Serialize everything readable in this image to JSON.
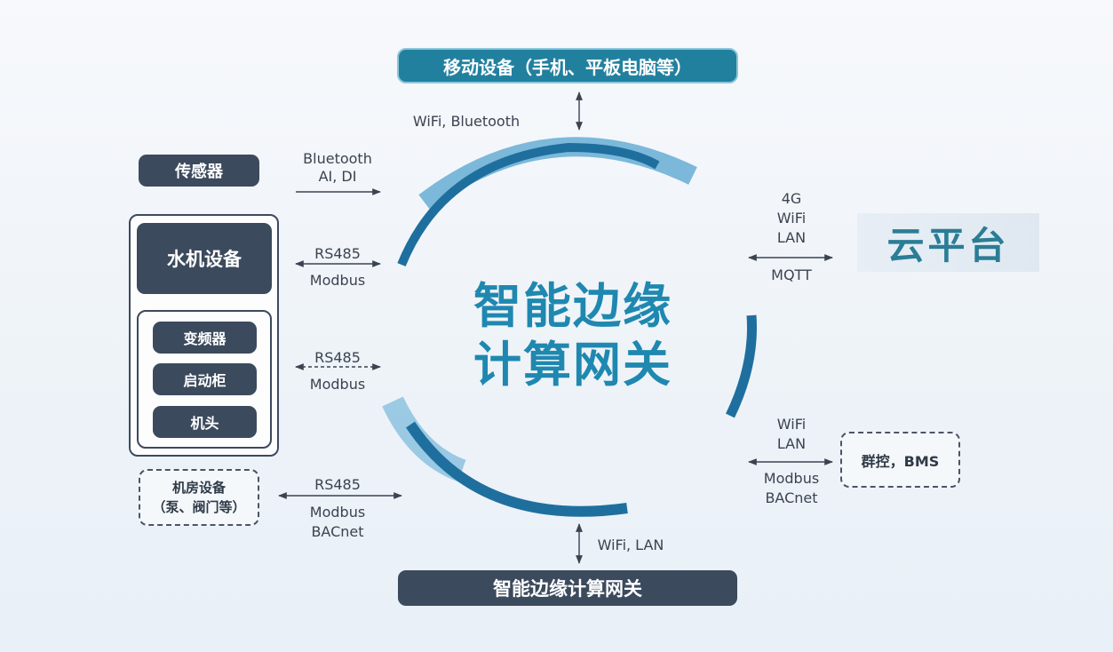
{
  "top_node": "移动设备（手机、平板电脑等）",
  "bottom_node": "智能边缘计算网关",
  "center_title": [
    "智能边缘",
    "计算网关"
  ],
  "cloud": "云平台",
  "sensor": "传感器",
  "water_unit": "水机设备",
  "sub_devices": [
    "变频器",
    "启动柜",
    "机头"
  ],
  "machine_room": [
    "机房设备",
    "（泵、阀门等）"
  ],
  "bms": "群控，BMS",
  "links": {
    "top": "WiFi, Bluetooth",
    "sensor": [
      "Bluetooth",
      "AI, DI"
    ],
    "water": [
      "RS485",
      "Modbus"
    ],
    "sub": [
      "RS485",
      "Modbus"
    ],
    "room": [
      "RS485",
      "Modbus",
      "BACnet"
    ],
    "bottom": "WiFi, LAN",
    "cloud_top": [
      "4G",
      "WiFi",
      "LAN"
    ],
    "cloud_bottom": "MQTT",
    "bms": [
      "WiFi",
      "LAN"
    ],
    "bms_bottom": [
      "Modbus",
      "BACnet"
    ]
  },
  "colors": {
    "dark_node": "#3c4a5d",
    "teal_node": "#22809f",
    "arc_dark": "#1f6f9e",
    "arc_light": "#6fb1d6",
    "title": "#1f88b0"
  }
}
